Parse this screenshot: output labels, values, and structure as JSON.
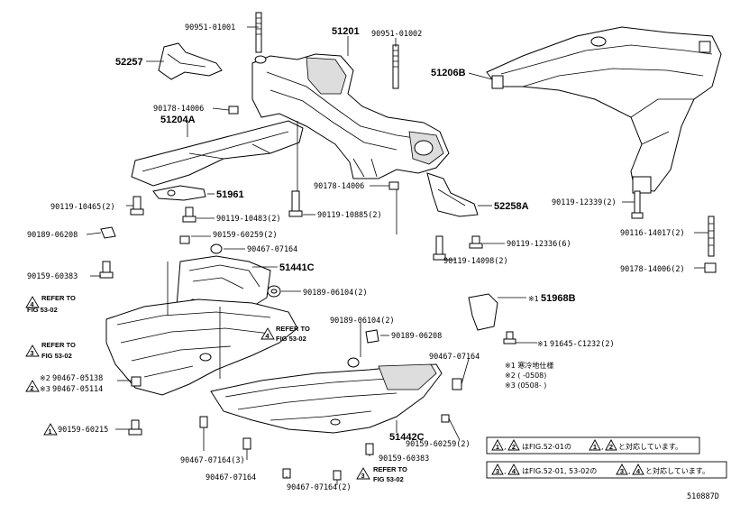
{
  "part_labels": {
    "p_90951_01001": "90951-01001",
    "p_51201": "51201",
    "p_90951_01002": "90951-01002",
    "p_52257": "52257",
    "p_51206b": "51206B",
    "p_90178_14006_a": "90178-14006",
    "p_51204a": "51204A",
    "p_51961": "51961",
    "p_90119_10465": "90119-10465(2)",
    "p_90119_10483": "90119-10483(2)",
    "p_90178_14006_b": "90178-14006",
    "p_90119_10885": "90119-10885(2)",
    "p_52258a": "52258A",
    "p_90119_12339": "90119-12339(2)",
    "p_90189_06208_a": "90189-06208",
    "p_90159_60259_a": "90159-60259(2)",
    "p_90467_07164_a": "90467-07164",
    "p_90119_12336": "90119-12336(6)",
    "p_90116_14017": "90116-14017(2)",
    "p_90159_60383_a": "90159-60383",
    "p_51441c": "51441C",
    "p_90119_14098": "90119-14098(2)",
    "p_90178_14006_c": "90178-14006(2)",
    "p_90189_06104_a": "90189-06104(2)",
    "p_51968b": "51968B",
    "p_90189_06104_b": "90189-06104(2)",
    "p_90189_06208_b": "90189-06208",
    "p_91645": "91645-C1232(2)",
    "p_90467_05138": "90467-05138",
    "p_90467_05114": "90467-05114",
    "p_90467_07164_b": "90467-07164",
    "p_90159_60215": "90159-60215",
    "p_51442c": "51442C",
    "p_90159_60259_b": "90159-60259(2)",
    "p_90467_07164_c": "90467-07164(3)",
    "p_90159_60383_b": "90159-60383",
    "p_90467_07164_d": "90467-07164",
    "p_90467_07164_e": "90467-07164(2)"
  },
  "marks": {
    "m1": "※1",
    "m2": "※2",
    "m3": "※3",
    "m1b": "※1"
  },
  "refer": {
    "r1_line1": "REFER TO",
    "r1_line2": "FIG 53-02",
    "r1_num": "4",
    "r2_line1": "REFER TO",
    "r2_line2": "FIG 53-02",
    "r2_num": "3",
    "r3_line1": "REFER TO",
    "r3_line2": "FIG 53-02",
    "r3_num": "4",
    "r4_line1": "REFER TO",
    "r4_line2": "FIG 53-02",
    "r4_num": "3"
  },
  "tri_nums": {
    "t_2": "2",
    "t_1": "1"
  },
  "notes": {
    "n1": "※1  寒冷地仕様",
    "n2": "※2  (      -0508)",
    "n3": "※3  (0508-      )"
  },
  "legend": {
    "l1_a": "1",
    "l1_b": "2",
    "l1_text_1": "はFIG.52-01の",
    "l1_c": "1",
    "l1_d": "2",
    "l1_text_2": "と対応しています。",
    "l2_a": "3",
    "l2_b": "4",
    "l2_text_1": "はFIG.52-01, 53-02の",
    "l2_c": "3",
    "l2_d": "4",
    "l2_text_2": "と対応しています。"
  },
  "figure_id": "510887D"
}
